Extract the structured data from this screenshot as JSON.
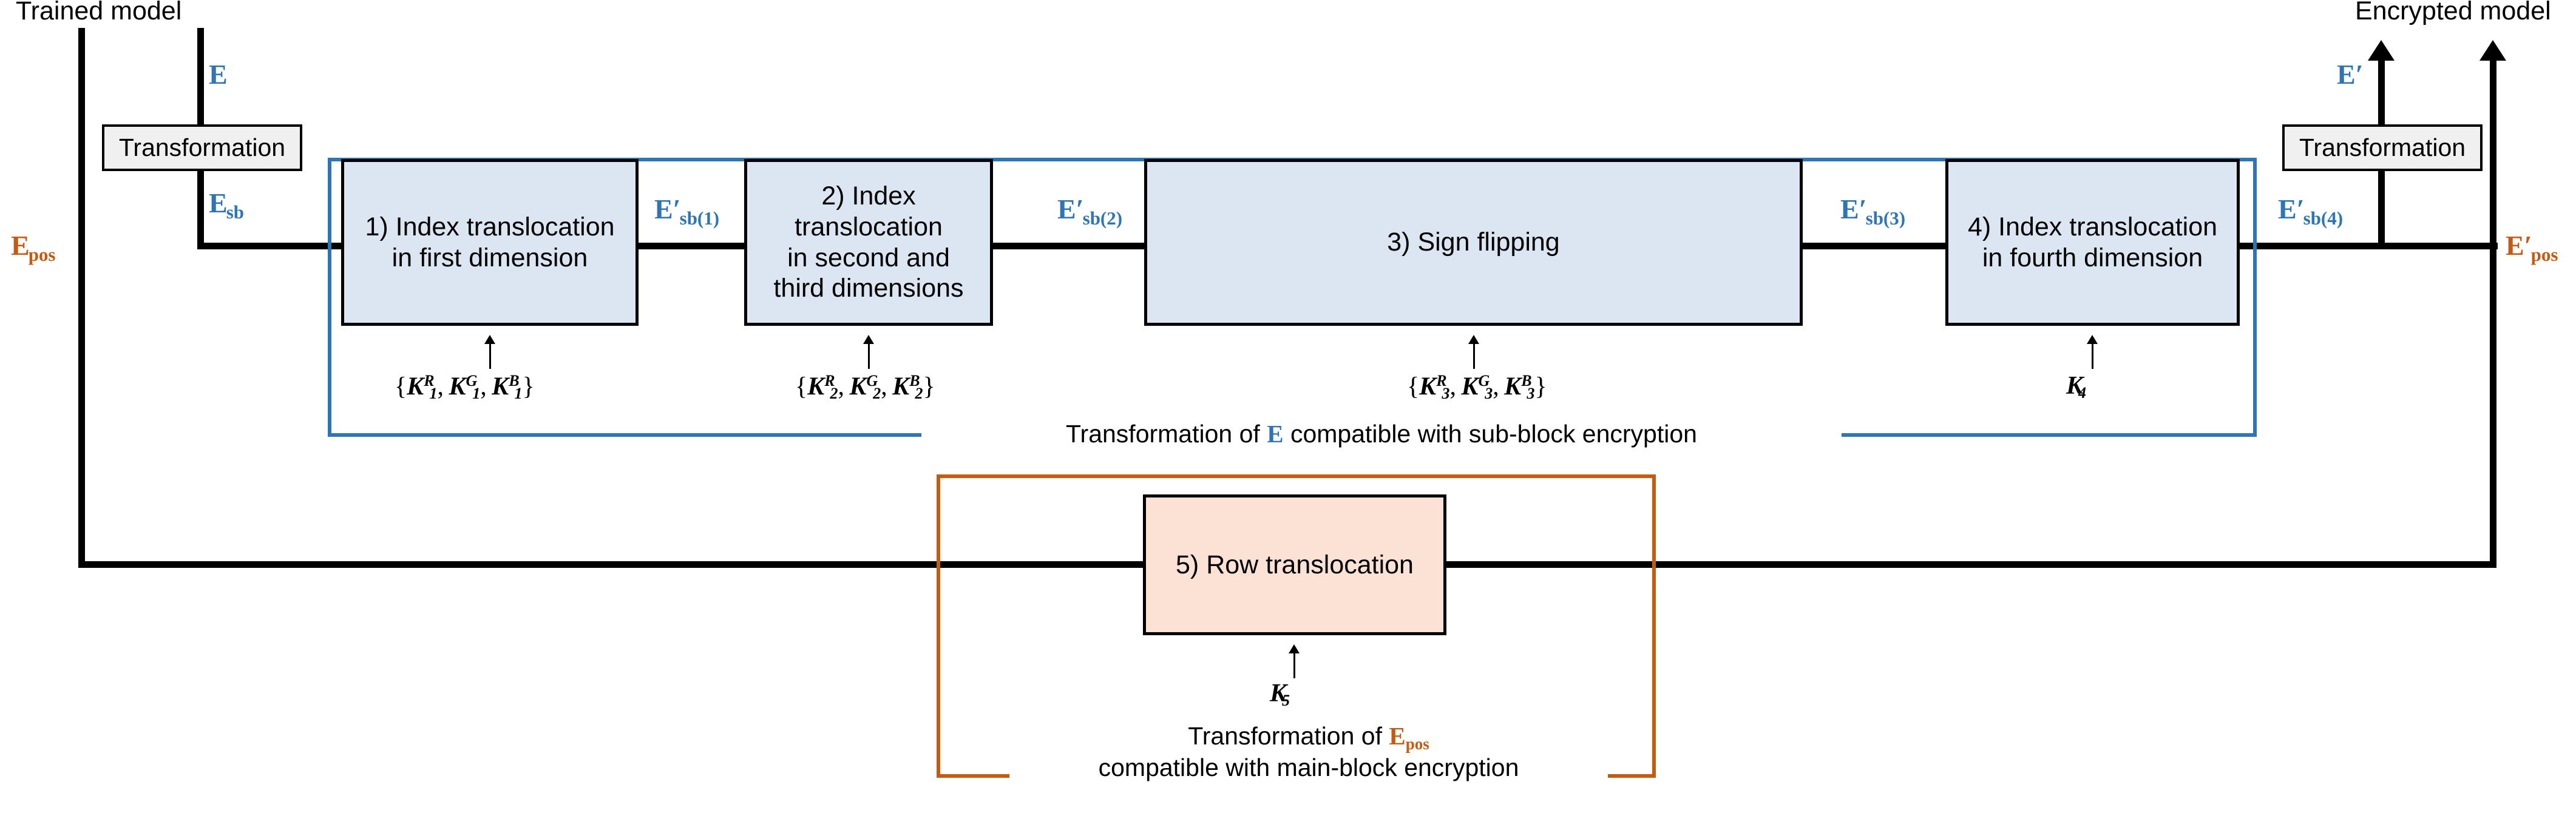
{
  "diagram": {
    "title_left": "Trained model",
    "title_right": "Encrypted model",
    "transformation_left_label": "Transformation",
    "transformation_right_label": "Transformation"
  },
  "signals": {
    "e": {
      "main": "E",
      "prime": "",
      "sub": ""
    },
    "e_sb": {
      "main": "E",
      "prime": "",
      "sub": "sb"
    },
    "e_pos": {
      "main": "E",
      "prime": "",
      "sub": "pos"
    },
    "e_sb_1": {
      "main": "E",
      "prime": "′",
      "sub": "sb(1)"
    },
    "e_sb_2": {
      "main": "E",
      "prime": "′",
      "sub": "sb(2)"
    },
    "e_sb_3": {
      "main": "E",
      "prime": "′",
      "sub": "sb(3)"
    },
    "e_sb_4": {
      "main": "E",
      "prime": "′",
      "sub": "sb(4)"
    },
    "e_prime": {
      "main": "E",
      "prime": "′",
      "sub": ""
    },
    "e_pos_prime": {
      "main": "E",
      "prime": "′",
      "sub": "pos"
    }
  },
  "stages": [
    {
      "id": 1,
      "label": "1) Index translocation in first dimension",
      "key": "{K₁ᴿ, K₁ᴳ, K₁ᴮ}",
      "fill": "#dce6f2"
    },
    {
      "id": 2,
      "label": "2) Index translocation in second and third dimensions",
      "key": "{K₂ᴿ, K₂ᴳ, K₂ᴮ}",
      "fill": "#dce6f2"
    },
    {
      "id": 3,
      "label": "3) Sign flipping",
      "key": "{K₃ᴿ, K₃ᴳ, K₃ᴮ}",
      "fill": "#dce6f2"
    },
    {
      "id": 4,
      "label": "4) Index translocation in fourth dimension",
      "key": "K₄",
      "fill": "#dce6f2"
    },
    {
      "id": 5,
      "label": "5) Row translocation",
      "key": "K₅",
      "fill": "#fbe2d5"
    }
  ],
  "stage_labels": {
    "s1_line1": "1) Index translocation",
    "s1_line2": "in first dimension",
    "s2_line1": "2) Index translocation",
    "s2_line2": "in second and",
    "s2_line3": "third dimensions",
    "s3_line1": "3) Sign flipping",
    "s4_line1": "4) Index translocation",
    "s4_line2": "in fourth dimension",
    "s5_line1": "5) Row translocation"
  },
  "captions": {
    "blue_bracket_pre": "Transformation of ",
    "blue_bracket_sym": "E",
    "blue_bracket_post": " compatible with sub-block encryption",
    "orange_bracket_line1_pre": "Transformation of ",
    "orange_bracket_line1_sym": "E",
    "orange_bracket_line1_symsub": "pos",
    "orange_bracket_line2": "compatible with main-block encryption"
  },
  "colors": {
    "blue_accent": "#2e75b6",
    "orange_accent": "#c55a11",
    "blue_box_fill": "#dce6f2",
    "orange_box_fill": "#fbe2d5",
    "gray_box_fill": "#f0f0f0",
    "line": "#000000"
  }
}
